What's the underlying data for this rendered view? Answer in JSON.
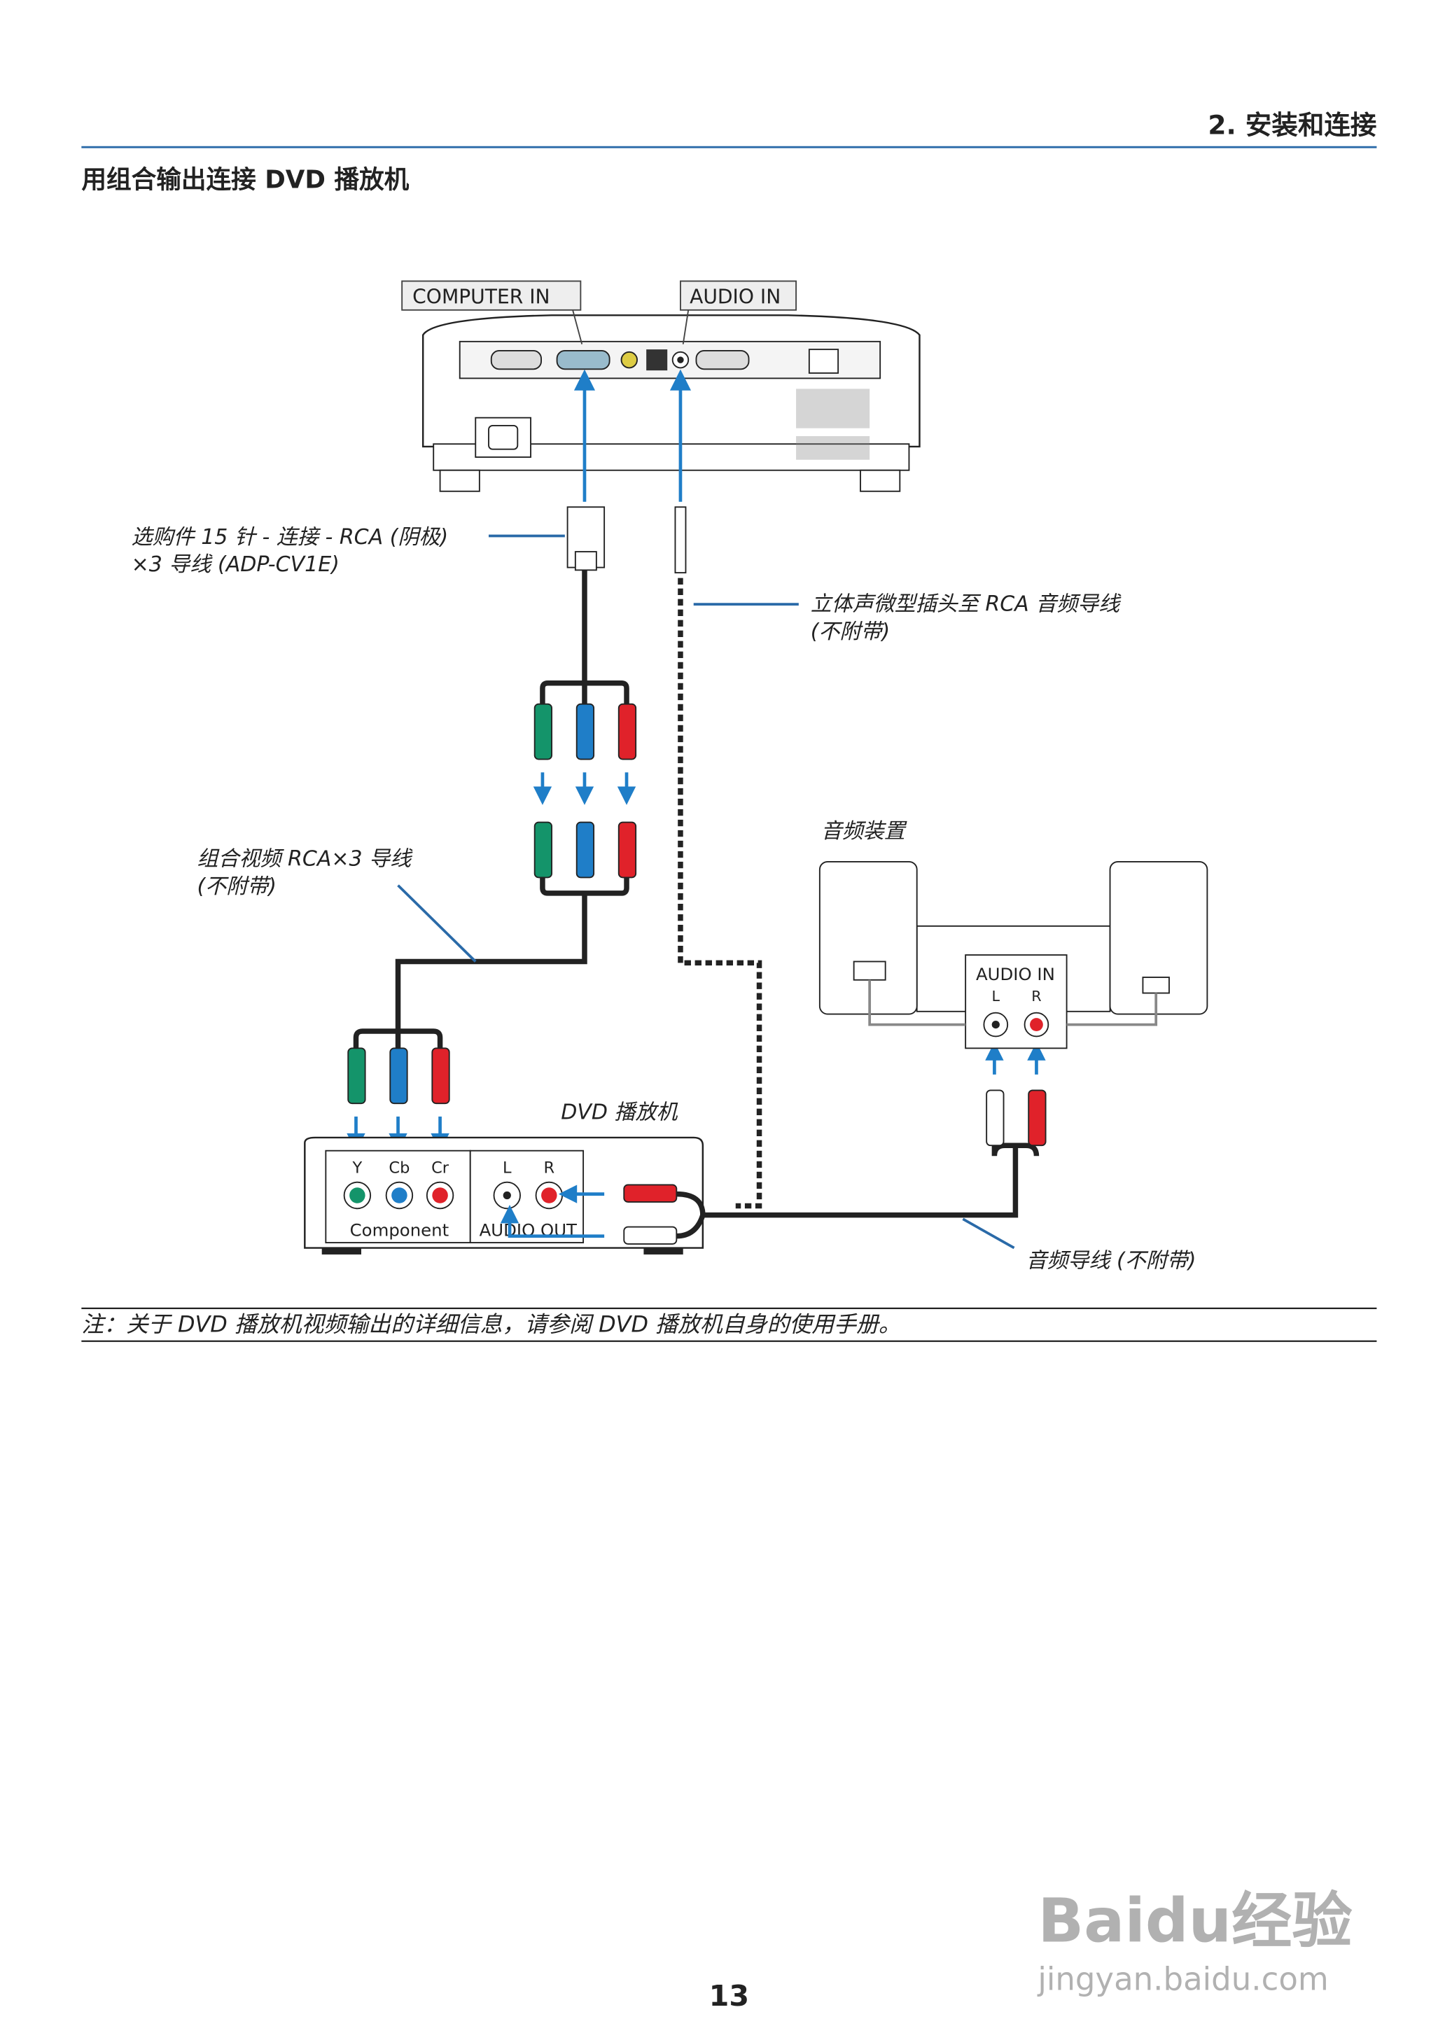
{
  "header": {
    "chapter": "2. 安装和连接"
  },
  "section_title": "用组合输出连接 DVD 播放机",
  "projector": {
    "computer_in_label": "COMPUTER IN",
    "audio_in_label": "AUDIO IN"
  },
  "callouts": {
    "adapter_line1": "选购件 15 针 - 连接 - RCA (阴极)",
    "adapter_line2": "×3 导线 (ADP-CV1E)",
    "stereo_line1": "立体声微型插头至 RCA 音频导线",
    "stereo_line2": "(不附带)",
    "component_line1": "组合视频 RCA×3 导线",
    "component_line2": "(不附带)",
    "audio_equipment": "音频装置",
    "dvd_player": "DVD 播放机",
    "audio_cable": "音频导线 (不附带)"
  },
  "dvd": {
    "y": "Y",
    "cb": "Cb",
    "cr": "Cr",
    "l": "L",
    "r": "R",
    "component": "Component",
    "audio_out": "AUDIO OUT"
  },
  "speaker": {
    "audio_in": "AUDIO IN",
    "l": "L",
    "r": "R"
  },
  "note": "注：关于 DVD 播放机视频输出的详细信息，请参阅 DVD 播放机自身的使用手册。",
  "page_number": "13",
  "watermark": {
    "brand": "Baidu经验",
    "url": "jingyan.baidu.com"
  },
  "colors": {
    "accent": "#2a6aa8",
    "green": "#14946a",
    "blue": "#1f7ec8",
    "red": "#e0222a"
  }
}
